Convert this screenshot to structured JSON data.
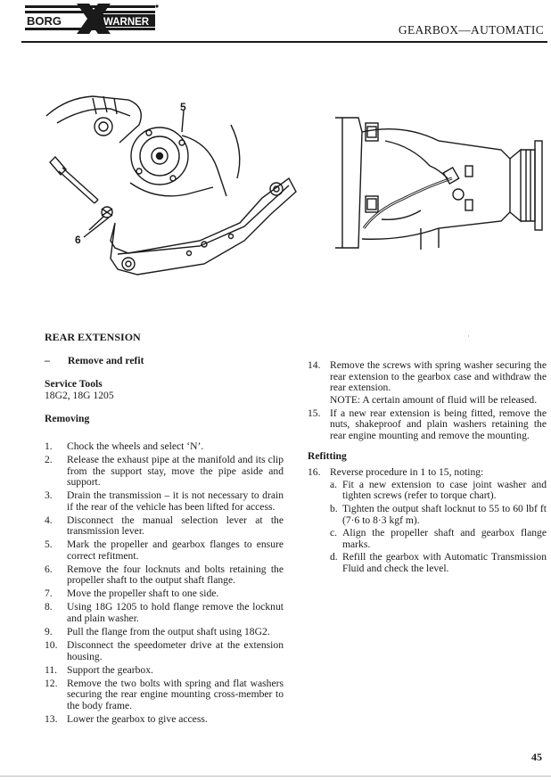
{
  "header": {
    "logo_left": "BORG",
    "logo_right": "WARNER",
    "title": "GEARBOX—AUTOMATIC"
  },
  "figure_left": {
    "callout_top": "5",
    "callout_bottom": "6"
  },
  "section": {
    "title": "REAR EXTENSION",
    "dash": "–",
    "subtitle": "Remove and refit",
    "service_tools_label": "Service Tools",
    "service_tools_value": "18G2, 18G 1205",
    "removing_heading": "Removing",
    "refitting_heading": "Refitting"
  },
  "removing_steps": [
    {
      "num": "1.",
      "text": "Chock the wheels and select ‘N’."
    },
    {
      "num": "2.",
      "text": "Release the exhaust pipe at the manifold and its clip from the support stay, move the pipe aside and support."
    },
    {
      "num": "3.",
      "text": "Drain the transmission – it is not necessary to drain if the rear of the vehicle has been lifted for access."
    },
    {
      "num": "4.",
      "text": "Disconnect the manual selection lever at the transmission lever."
    },
    {
      "num": "5.",
      "text": "Mark the propeller and gearbox flanges to ensure correct refitment."
    },
    {
      "num": "6.",
      "text": "Remove the four locknuts and bolts retaining the propeller shaft to the output shaft flange."
    },
    {
      "num": "7.",
      "text": "Move the propeller shaft to one side."
    },
    {
      "num": "8.",
      "text": "Using 18G 1205 to hold flange remove the locknut and plain washer."
    },
    {
      "num": "9.",
      "text": "Pull the flange from the output shaft using 18G2."
    },
    {
      "num": "10.",
      "text": "Disconnect the speedometer drive at the extension housing."
    },
    {
      "num": "11.",
      "text": "Support the gearbox."
    },
    {
      "num": "12.",
      "text": "Remove the two bolts with spring and flat washers securing the rear engine mounting cross-member to the body frame."
    },
    {
      "num": "13.",
      "text": "Lower the gearbox to give access."
    }
  ],
  "removing_steps_cont": [
    {
      "num": "14.",
      "text": "Remove the screws with spring washer securing the rear extension to the gearbox case and withdraw the rear extension.",
      "note": "NOTE: A certain amount of fluid will be released."
    },
    {
      "num": "15.",
      "text": "If a new rear extension is being fitted, remove the nuts, shakeproof and plain washers retaining the rear engine mounting and remove the mounting."
    }
  ],
  "refitting_step": {
    "num": "16.",
    "text": "Reverse procedure in 1 to 15, noting:",
    "subs": [
      {
        "letter": "a.",
        "text": "Fit a new extension to case joint washer and tighten screws (refer to torque chart)."
      },
      {
        "letter": "b.",
        "text": "Tighten the output shaft locknut to 55 to 60 lbf ft (7·6 to 8·3 kgf m)."
      },
      {
        "letter": "c.",
        "text": "Align the propeller shaft and gearbox flange marks."
      },
      {
        "letter": "d.",
        "text": "Refill the gearbox with Automatic Transmission Fluid and check the level."
      }
    ]
  },
  "page_number": "45"
}
